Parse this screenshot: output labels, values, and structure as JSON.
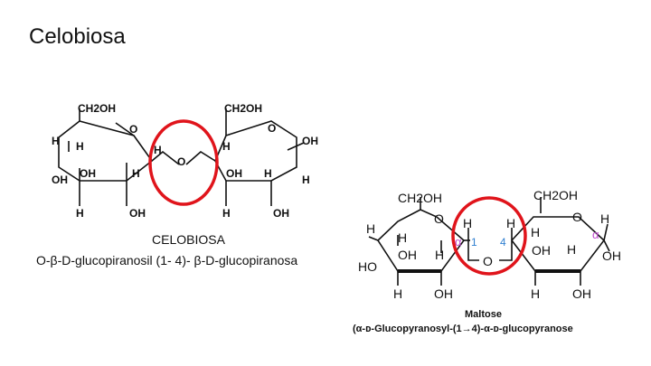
{
  "slide": {
    "title": "Celobiosa"
  },
  "left_diagram": {
    "label_ch2oh_1": "CH2OH",
    "label_ch2oh_2": "CH2OH",
    "atom_O": "O",
    "atom_H": "H",
    "atom_OH": "OH",
    "name": "CELOBIOSA",
    "formula": "O-β-D-glucopiranosil (1- 4)- β-D-glucopiranosa"
  },
  "right_diagram": {
    "label_ch2oh_1": "CH2OH",
    "label_ch2oh_2": "CH2OH",
    "atom_O": "O",
    "atom_H": "H",
    "atom_OH": "OH",
    "atom_HO": "HO",
    "alpha": "α",
    "num_1": "1",
    "num_4": "4",
    "name": "Maltose",
    "formula": "(α-ᴅ-Glucopyranosyl-(1→4)-α-ᴅ-glucopyranose"
  },
  "colors": {
    "highlight": "#e0141b",
    "alpha_mark": "#c04ad0",
    "locant": "#2f7fd0"
  }
}
